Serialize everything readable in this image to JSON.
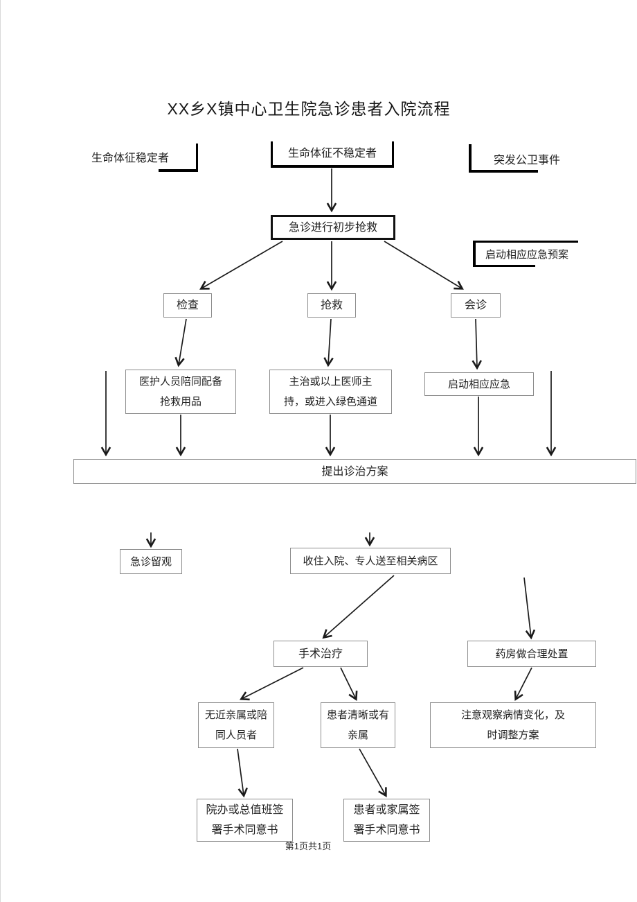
{
  "page": {
    "title": "XX乡X镇中心卫生院急诊患者入院流程",
    "footer": "第1页共1页"
  },
  "nodes": {
    "stable": "生命体征稳定者",
    "unstable": "生命体征不稳定者",
    "public_event": "突发公卫事件",
    "initial_rescue": "急诊进行初步抢救",
    "emergency_plan": "启动相应应急预案",
    "check": "检查",
    "rescue": "抢救",
    "consult": "会诊",
    "escort_supplies": "医护人员陪同配备抢救用品",
    "chief_physician": "主治或以上医师主持，或进入绿色通道",
    "start_emergency": "启动相应应急",
    "treatment_plan": "提出诊治方案",
    "er_observation": "急诊留观",
    "admit_ward": "收住入院、专人送至相关病区",
    "surgery": "手术治疗",
    "pharmacy": "药房做合理处置",
    "no_relatives": "无近亲属或陪同人员者",
    "conscious_family": "患者清晰或有亲属",
    "monitor_condition": "注意观察病情变化，及时调整方案",
    "office_sign": "院办或总值班签署手术同意书",
    "family_sign": "患者或家属签署手术同意书"
  }
}
